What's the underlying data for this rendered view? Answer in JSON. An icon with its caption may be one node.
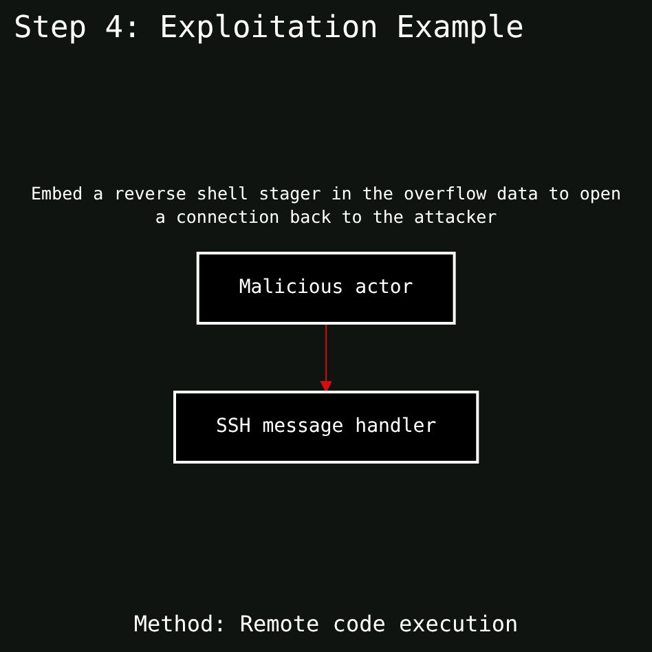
{
  "diagram": {
    "title": "Step 4: Exploitation Example",
    "nodes": [
      {
        "text": [
          "Malicious actor"
        ]
      },
      {
        "text": [
          "SSH message handler"
        ]
      }
    ],
    "edges": [
      {
        "from": 0,
        "to": 1,
        "arrow": "to",
        "color": "#d01010"
      }
    ],
    "labels": [
      "Embed a reverse shell stager in the overflow data to open a connection back to the attacker"
    ],
    "caption": "Method: Remote code execution"
  }
}
